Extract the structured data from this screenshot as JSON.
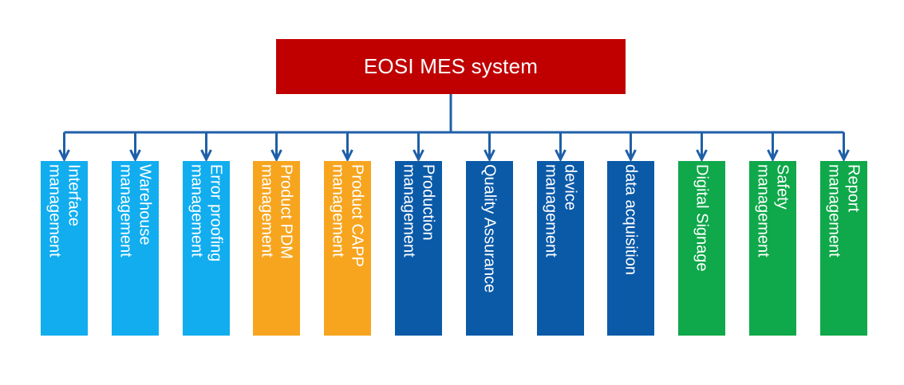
{
  "diagram": {
    "root": {
      "label": "EOSI MES system",
      "color": "#c00000"
    },
    "line_color": "#1f5fa8",
    "modules": [
      {
        "line1": "Interface",
        "line2": "management",
        "color": "#11adef"
      },
      {
        "line1": "Warehouse",
        "line2": "management",
        "color": "#11adef"
      },
      {
        "line1": "Error proofing",
        "line2": "management",
        "color": "#11adef"
      },
      {
        "line1": "Product PDM",
        "line2": "management",
        "color": "#f7a51f"
      },
      {
        "line1": "Product CAPP",
        "line2": "management",
        "color": "#f7a51f"
      },
      {
        "line1": "Production",
        "line2": "management",
        "color": "#0b5aa8"
      },
      {
        "line1": "Quality Assurance",
        "line2": "",
        "color": "#0b5aa8"
      },
      {
        "line1": "device",
        "line2": "management",
        "color": "#0b5aa8"
      },
      {
        "line1": "data acquisition",
        "line2": "",
        "color": "#0b5aa8"
      },
      {
        "line1": "Digital Signage",
        "line2": "",
        "color": "#0fa84a"
      },
      {
        "line1": "Safety",
        "line2": "management",
        "color": "#0fa84a"
      },
      {
        "line1": "Report",
        "line2": "management",
        "color": "#0fa84a"
      }
    ]
  }
}
